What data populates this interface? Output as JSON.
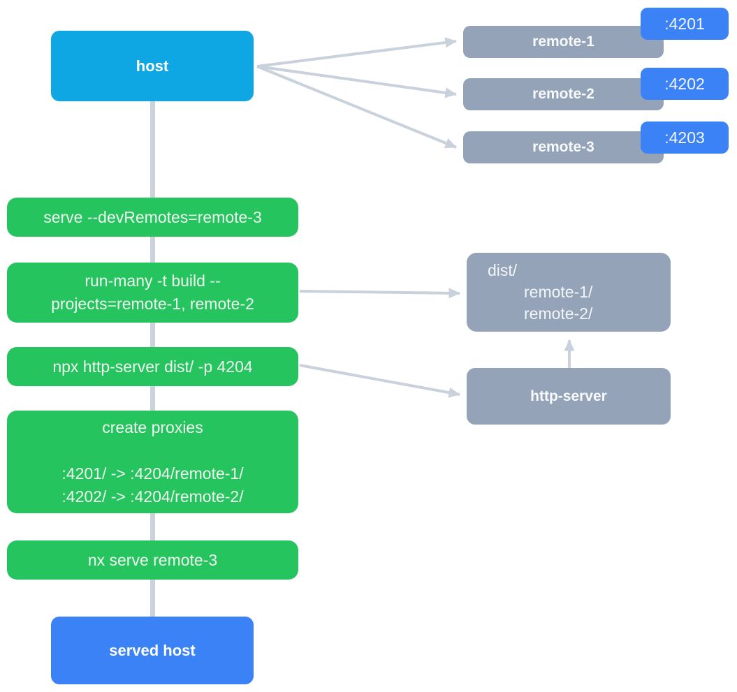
{
  "host": {
    "label": "host"
  },
  "served_host": {
    "label": "served host"
  },
  "remotes": [
    {
      "label": "remote-1",
      "port": ":4201"
    },
    {
      "label": "remote-2",
      "port": ":4202"
    },
    {
      "label": "remote-3",
      "port": ":4203"
    }
  ],
  "pipeline": [
    {
      "lines": [
        "serve --devRemotes=remote-3"
      ]
    },
    {
      "lines": [
        "run-many -t build --",
        "projects=remote-1, remote-2"
      ]
    },
    {
      "lines": [
        "npx http-server dist/ -p 4204"
      ]
    },
    {
      "lines": [
        "create proxies",
        "",
        ":4201/ -> :4204/remote-1/",
        ":4202/ -> :4204/remote-2/"
      ]
    },
    {
      "lines": [
        "nx serve remote-3"
      ]
    }
  ],
  "dist_folder": {
    "lines": [
      "dist/",
      "remote-1/",
      "remote-2/"
    ]
  },
  "http_server": {
    "label": "http-server"
  },
  "theme": {
    "host_color": "#0fa6e4",
    "green_color": "#26c45e",
    "slate_color": "#94a3b8",
    "blue_color": "#3b82f6",
    "arrow_color": "#c9d1dc",
    "line_color": "#ccd3dd"
  }
}
